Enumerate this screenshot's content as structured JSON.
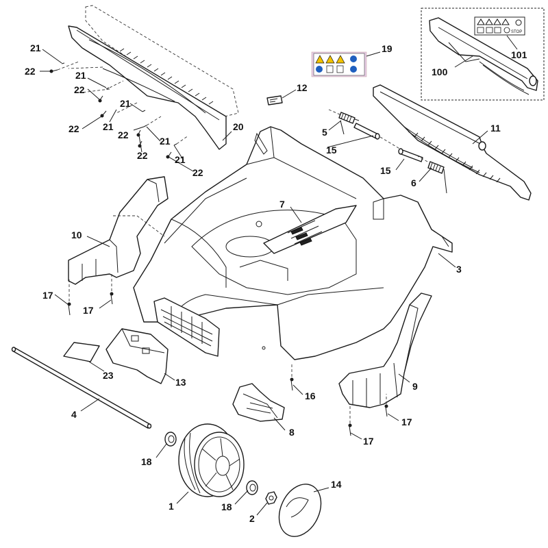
{
  "diagram": {
    "labels": {
      "p1": "1",
      "p2": "2",
      "p3": "3",
      "p4": "4",
      "p5": "5",
      "p6": "6",
      "p7": "7",
      "p8": "8",
      "p9": "9",
      "p10": "10",
      "p11": "11",
      "p12": "12",
      "p13": "13",
      "p14": "14",
      "p15a": "15",
      "p15b": "15",
      "p16": "16",
      "p17a": "17",
      "p17b": "17",
      "p17c": "17",
      "p17d": "17",
      "p18a": "18",
      "p18b": "18",
      "p19": "19",
      "p20": "20",
      "p21a": "21",
      "p21b": "21",
      "p21c": "21",
      "p21d": "21",
      "p21e": "21",
      "p22a": "22",
      "p22b": "22",
      "p22c": "22",
      "p22d": "22",
      "p22e": "22",
      "p22f": "22",
      "p23": "23",
      "p100": "100",
      "p101": "101"
    },
    "label_tag_text": "STOP",
    "colors": {
      "warning_yellow": "#f2c200",
      "mandatory_blue": "#1f5fbf",
      "label_highlight": "#e6cce6"
    }
  }
}
